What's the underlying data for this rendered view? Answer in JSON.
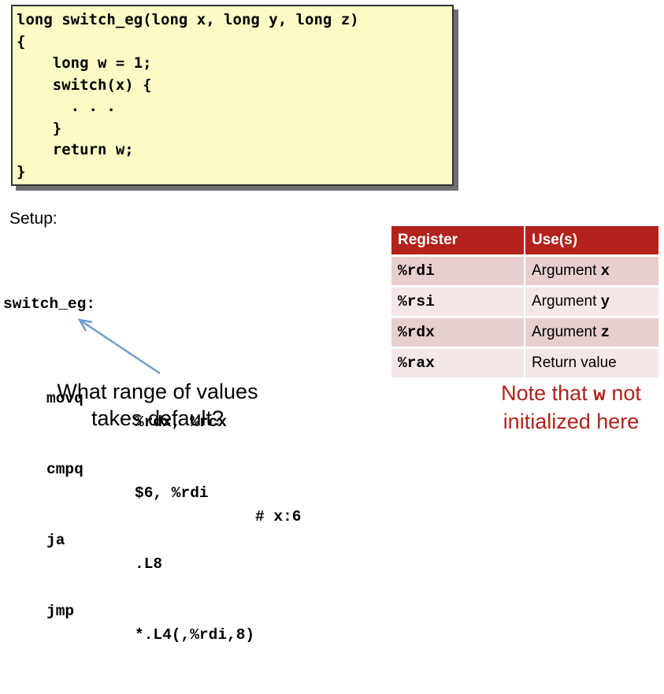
{
  "code": {
    "lines": [
      "long switch_eg(long x, long y, long z)",
      "{",
      "    long w = 1;",
      "    switch(x) {",
      "      . . .",
      "    }",
      "    return w;",
      "}"
    ]
  },
  "setup_label": "Setup:",
  "asm": {
    "label": "switch_eg:",
    "lines": [
      {
        "op": "movq",
        "args": "%rdx, %rcx",
        "comment": ""
      },
      {
        "op": "cmpq",
        "args": "$6, %rdi",
        "comment": "# x:6"
      },
      {
        "op": "ja",
        "args": ".L8",
        "comment": ""
      },
      {
        "op": "jmp",
        "args": "*.L4(,%rdi,8)",
        "comment": ""
      }
    ]
  },
  "question": {
    "line1": "What range of values",
    "line2": "takes default?"
  },
  "register_table": {
    "headers": [
      "Register",
      "Use(s)"
    ],
    "rows": [
      {
        "register": "%rdi",
        "use_text": "Argument ",
        "use_var": "x"
      },
      {
        "register": "%rsi",
        "use_text": "Argument ",
        "use_var": "y"
      },
      {
        "register": "%rdx",
        "use_text": "Argument ",
        "use_var": "z"
      },
      {
        "register": "%rax",
        "use_text": "Return value",
        "use_var": ""
      }
    ]
  },
  "note": {
    "prefix": "Note that ",
    "var": "w",
    "suffix": " not",
    "line2": "initialized here"
  },
  "colors": {
    "code_bg": "#fbfbc6",
    "table_header": "#b3221c",
    "row_odd": "#e8cfcf",
    "row_even": "#f3e7e7",
    "note_text": "#b3221c",
    "arrow": "#6d9ccf"
  }
}
